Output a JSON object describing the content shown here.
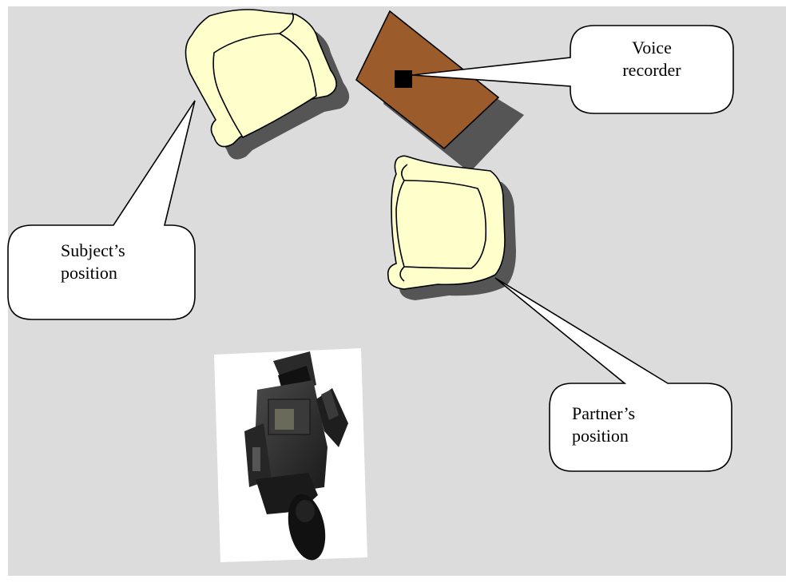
{
  "colors": {
    "background": "#dcdcdc",
    "chair_fill": "#ffffcc",
    "table_fill": "#9b5b2a",
    "shadow": "#555555",
    "recorder": "#000000",
    "callout_fill": "#ffffff"
  },
  "callouts": {
    "voice_recorder": {
      "line1": "Voice",
      "line2": "recorder"
    },
    "subject": {
      "line1": "Subject’s",
      "line2": "position"
    },
    "partner": {
      "line1": "Partner’s",
      "line2": "position"
    }
  },
  "icons": {
    "camera": "video-camera-icon",
    "recorder": "voice-recorder-icon"
  }
}
